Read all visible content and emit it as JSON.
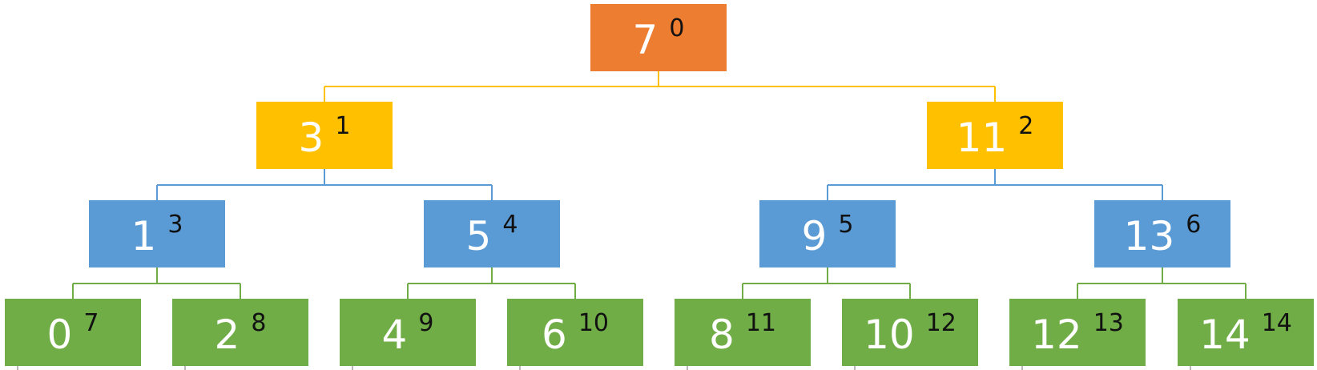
{
  "colors": {
    "root": "#ed7d31",
    "level1": "#ffc000",
    "level2": "#5b9bd5",
    "leaves": "#70ad47",
    "edge_level0": "#ffc000",
    "edge_level1": "#5b9bd5",
    "edge_level2": "#70ad47"
  },
  "tree": {
    "nodes": [
      {
        "value": "7",
        "index": "0"
      },
      {
        "value": "3",
        "index": "1"
      },
      {
        "value": "11",
        "index": "2"
      },
      {
        "value": "1",
        "index": "3"
      },
      {
        "value": "5",
        "index": "4"
      },
      {
        "value": "9",
        "index": "5"
      },
      {
        "value": "13",
        "index": "6"
      },
      {
        "value": "0",
        "index": "7"
      },
      {
        "value": "2",
        "index": "8"
      },
      {
        "value": "4",
        "index": "9"
      },
      {
        "value": "6",
        "index": "10"
      },
      {
        "value": "8",
        "index": "11"
      },
      {
        "value": "10",
        "index": "12"
      },
      {
        "value": "12",
        "index": "13"
      },
      {
        "value": "14",
        "index": "14"
      }
    ]
  }
}
